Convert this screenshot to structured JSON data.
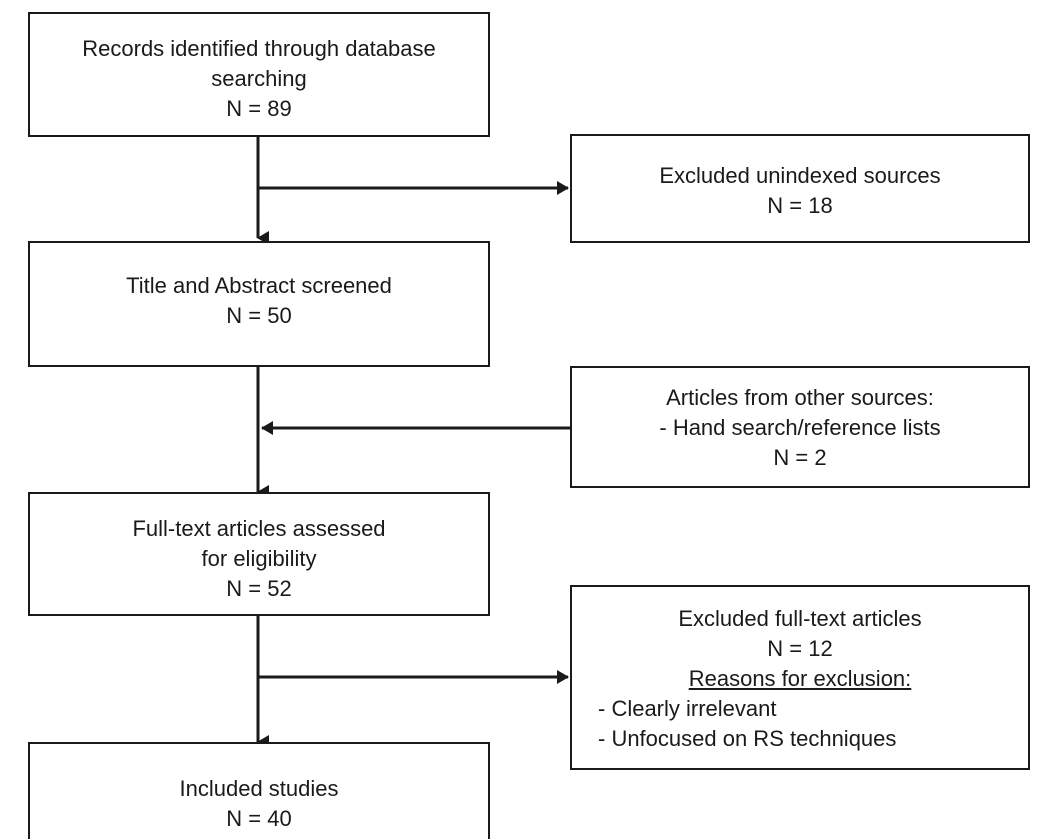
{
  "diagram": {
    "type": "prisma-flow-diagram",
    "title": "",
    "stroke_color": "#1a1a1a",
    "background_color": "#ffffff",
    "boxes": [
      {
        "id": "records-identified",
        "column": "main",
        "lines": [
          "Records identified through database",
          "searching",
          "N = 89"
        ],
        "count": 89
      },
      {
        "id": "excluded-unindexed",
        "column": "side",
        "lines": [
          "Excluded unindexed sources",
          "N = 18"
        ],
        "count": 18
      },
      {
        "id": "title-abstract-screened",
        "column": "main",
        "lines": [
          "Title and Abstract screened",
          "N = 50"
        ],
        "count": 50
      },
      {
        "id": "other-sources",
        "column": "side",
        "lines": [
          "Articles from other sources:",
          "- Hand search/reference lists",
          "N = 2"
        ],
        "count": 2
      },
      {
        "id": "full-text-assessed",
        "column": "main",
        "lines": [
          "Full-text articles assessed",
          "for eligibility",
          "N = 52"
        ],
        "count": 52
      },
      {
        "id": "excluded-full-text",
        "column": "side",
        "lines": [
          "Excluded full-text articles",
          "N = 12",
          "Reasons for exclusion:",
          "- Clearly irrelevant",
          "- Unfocused on RS techniques"
        ],
        "count": 12
      },
      {
        "id": "included-studies",
        "column": "main",
        "lines": [
          "Included studies",
          "N = 40"
        ],
        "count": 40
      }
    ],
    "arrows": [
      {
        "id": "identified-to-screened",
        "direction": "down"
      },
      {
        "id": "identified-to-excluded-unindexed",
        "direction": "right"
      },
      {
        "id": "screened-to-fulltext",
        "direction": "down"
      },
      {
        "id": "other-sources-to-trunk",
        "direction": "left"
      },
      {
        "id": "fulltext-to-included",
        "direction": "down"
      },
      {
        "id": "fulltext-to-excluded",
        "direction": "right"
      }
    ]
  }
}
